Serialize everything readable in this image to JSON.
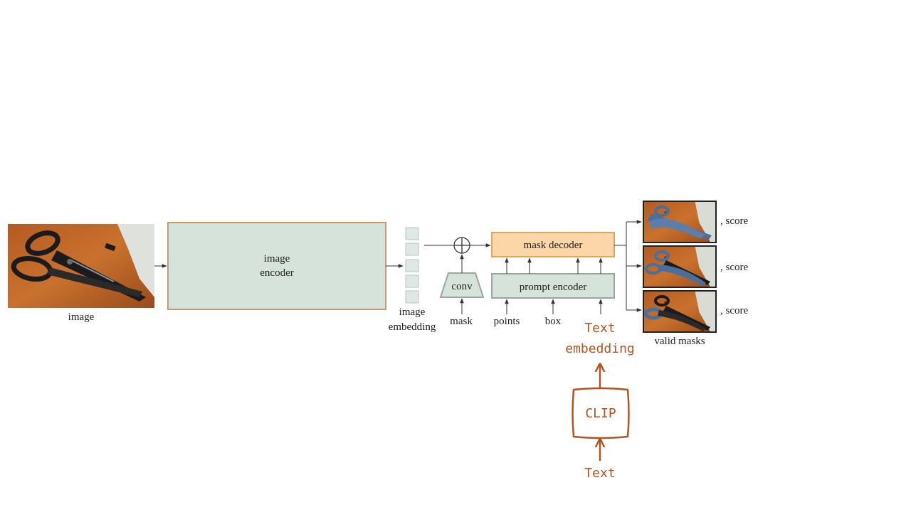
{
  "labels": {
    "image": "image",
    "image_encoder_line1": "image",
    "image_encoder_line2": "encoder",
    "image_embedding_line1": "image",
    "image_embedding_line2": "embedding",
    "conv": "conv",
    "mask": "mask",
    "mask_decoder": "mask decoder",
    "prompt_encoder": "prompt encoder",
    "points": "points",
    "box": "box",
    "score_1": ", score",
    "score_2": ", score",
    "score_3": ", score",
    "valid_masks": "valid masks"
  },
  "annotation": {
    "text_embedding_line1": "Text",
    "text_embedding_line2": "embedding",
    "clip": "CLIP",
    "text_input": "Text"
  },
  "icons": {
    "sum": "circle-plus-icon",
    "input_photo": "scissors-photo",
    "masks": "scissors-mask-thumbnail"
  },
  "colors": {
    "encoder_fill": "#d6e3da",
    "encoder_border": "#c49a73",
    "embedding_cell": "#dfe8e2",
    "decoder_fill": "#fcd6a6",
    "decoder_border": "#e0a55c",
    "prompt_fill": "#d6e3da",
    "prompt_border": "#9aa5a0",
    "annotation": "#b5541f",
    "mask_blue": "#4b6f9c"
  }
}
